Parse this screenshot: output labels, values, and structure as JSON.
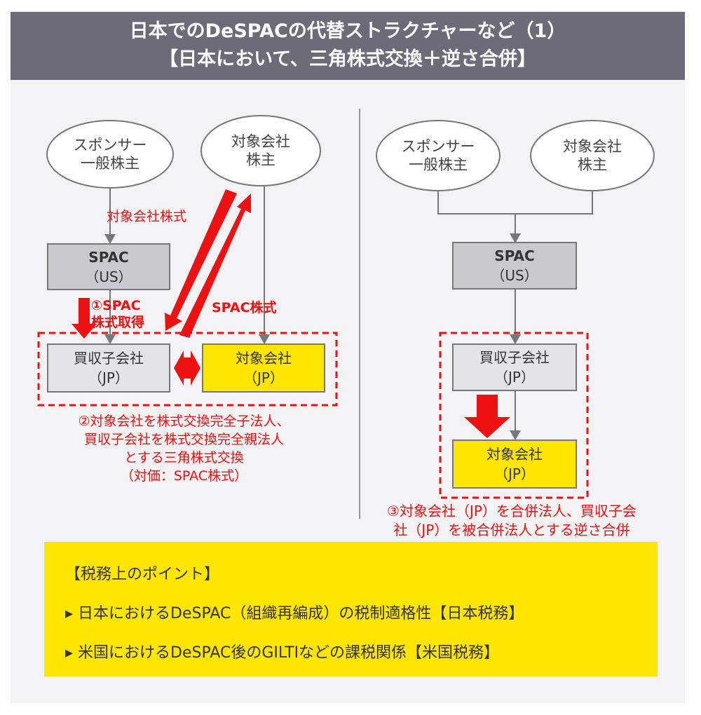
{
  "header": {
    "title_line1": "日本でのDeSPACの代替ストラクチャーなど（1）",
    "title_line2": "【日本において、三角株式交換＋逆さ合併】"
  },
  "left": {
    "sponsor": [
      "スポンサー",
      "一般株主"
    ],
    "target_holders": [
      "対象会社",
      "株主"
    ],
    "spac": [
      "SPAC",
      "（US）"
    ],
    "acq_sub": [
      "買収子会社",
      "（JP）"
    ],
    "target": [
      "対象会社",
      "（JP）"
    ],
    "label_target_shares": "対象会社株式",
    "label_step1": [
      "①SPAC",
      "株式取得"
    ],
    "label_spac_shares": "SPAC株式",
    "caption": [
      "②対象会社を株式交換完全子法人、",
      "買収子会社を株式交換完全親法人",
      "とする三角株式交換",
      "（対価：SPAC株式）"
    ]
  },
  "right": {
    "sponsor": [
      "スポンサー",
      "一般株主"
    ],
    "target_holders": [
      "対象会社",
      "株主"
    ],
    "spac": [
      "SPAC",
      "（US）"
    ],
    "acq_sub": [
      "買収子会社",
      "（JP）"
    ],
    "target": [
      "対象会社",
      "（JP）"
    ],
    "caption": [
      "③対象会社（JP）を合併法人、買収子会",
      "社（JP）を被合併法人とする逆さ合併"
    ]
  },
  "points": {
    "title": "【税務上のポイント】",
    "items": [
      "▸ 日本におけるDeSPAC（組織再編成）の税制適格性【日本税務】",
      "▸ 米国におけるDeSPAC後のGILTIなどの課税関係【米国税務】"
    ]
  },
  "colors": {
    "header": "#6c6c78",
    "yellow": "#ffe600",
    "red": "#ee1111"
  }
}
